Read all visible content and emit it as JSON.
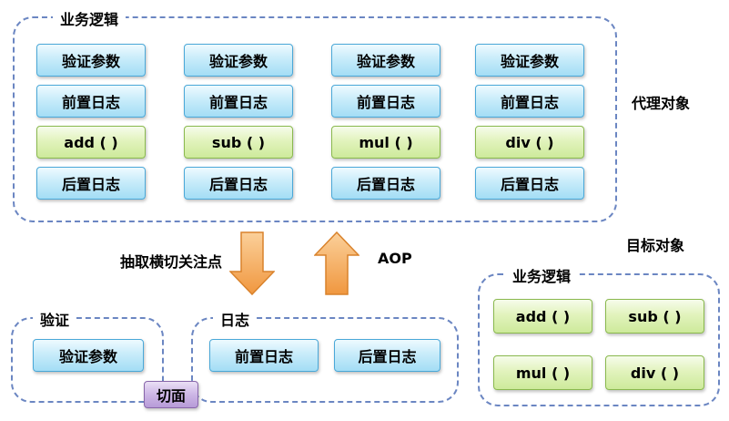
{
  "proxy": {
    "container_label": "业务逻辑",
    "side_label": "代理对象",
    "columns": [
      {
        "rows": [
          "验证参数",
          "前置日志",
          "add (  )",
          "后置日志"
        ]
      },
      {
        "rows": [
          "验证参数",
          "前置日志",
          "sub (  )",
          "后置日志"
        ]
      },
      {
        "rows": [
          "验证参数",
          "前置日志",
          "mul (  )",
          "后置日志"
        ]
      },
      {
        "rows": [
          "验证参数",
          "前置日志",
          "div (  )",
          "后置日志"
        ]
      }
    ]
  },
  "transform": {
    "extract_label": "抽取横切关注点",
    "aop_label": "AOP"
  },
  "validation": {
    "container_label": "验证",
    "items": [
      "验证参数"
    ]
  },
  "logging": {
    "container_label": "日志",
    "items": [
      "前置日志",
      "后置日志"
    ]
  },
  "aspect": {
    "label": "切面"
  },
  "target": {
    "side_label": "目标对象",
    "container_label": "业务逻辑",
    "items": [
      "add (  )",
      "sub (  )",
      "mul (  )",
      "div (  )"
    ]
  },
  "colors": {
    "dashed_border": "#6b86c2",
    "blue_box_border": "#4aa8d8",
    "green_box_border": "#8ab94e",
    "aspect_border": "#8866aa",
    "arrow_fill_light": "#fbd09a",
    "arrow_fill_dark": "#f0973f"
  }
}
